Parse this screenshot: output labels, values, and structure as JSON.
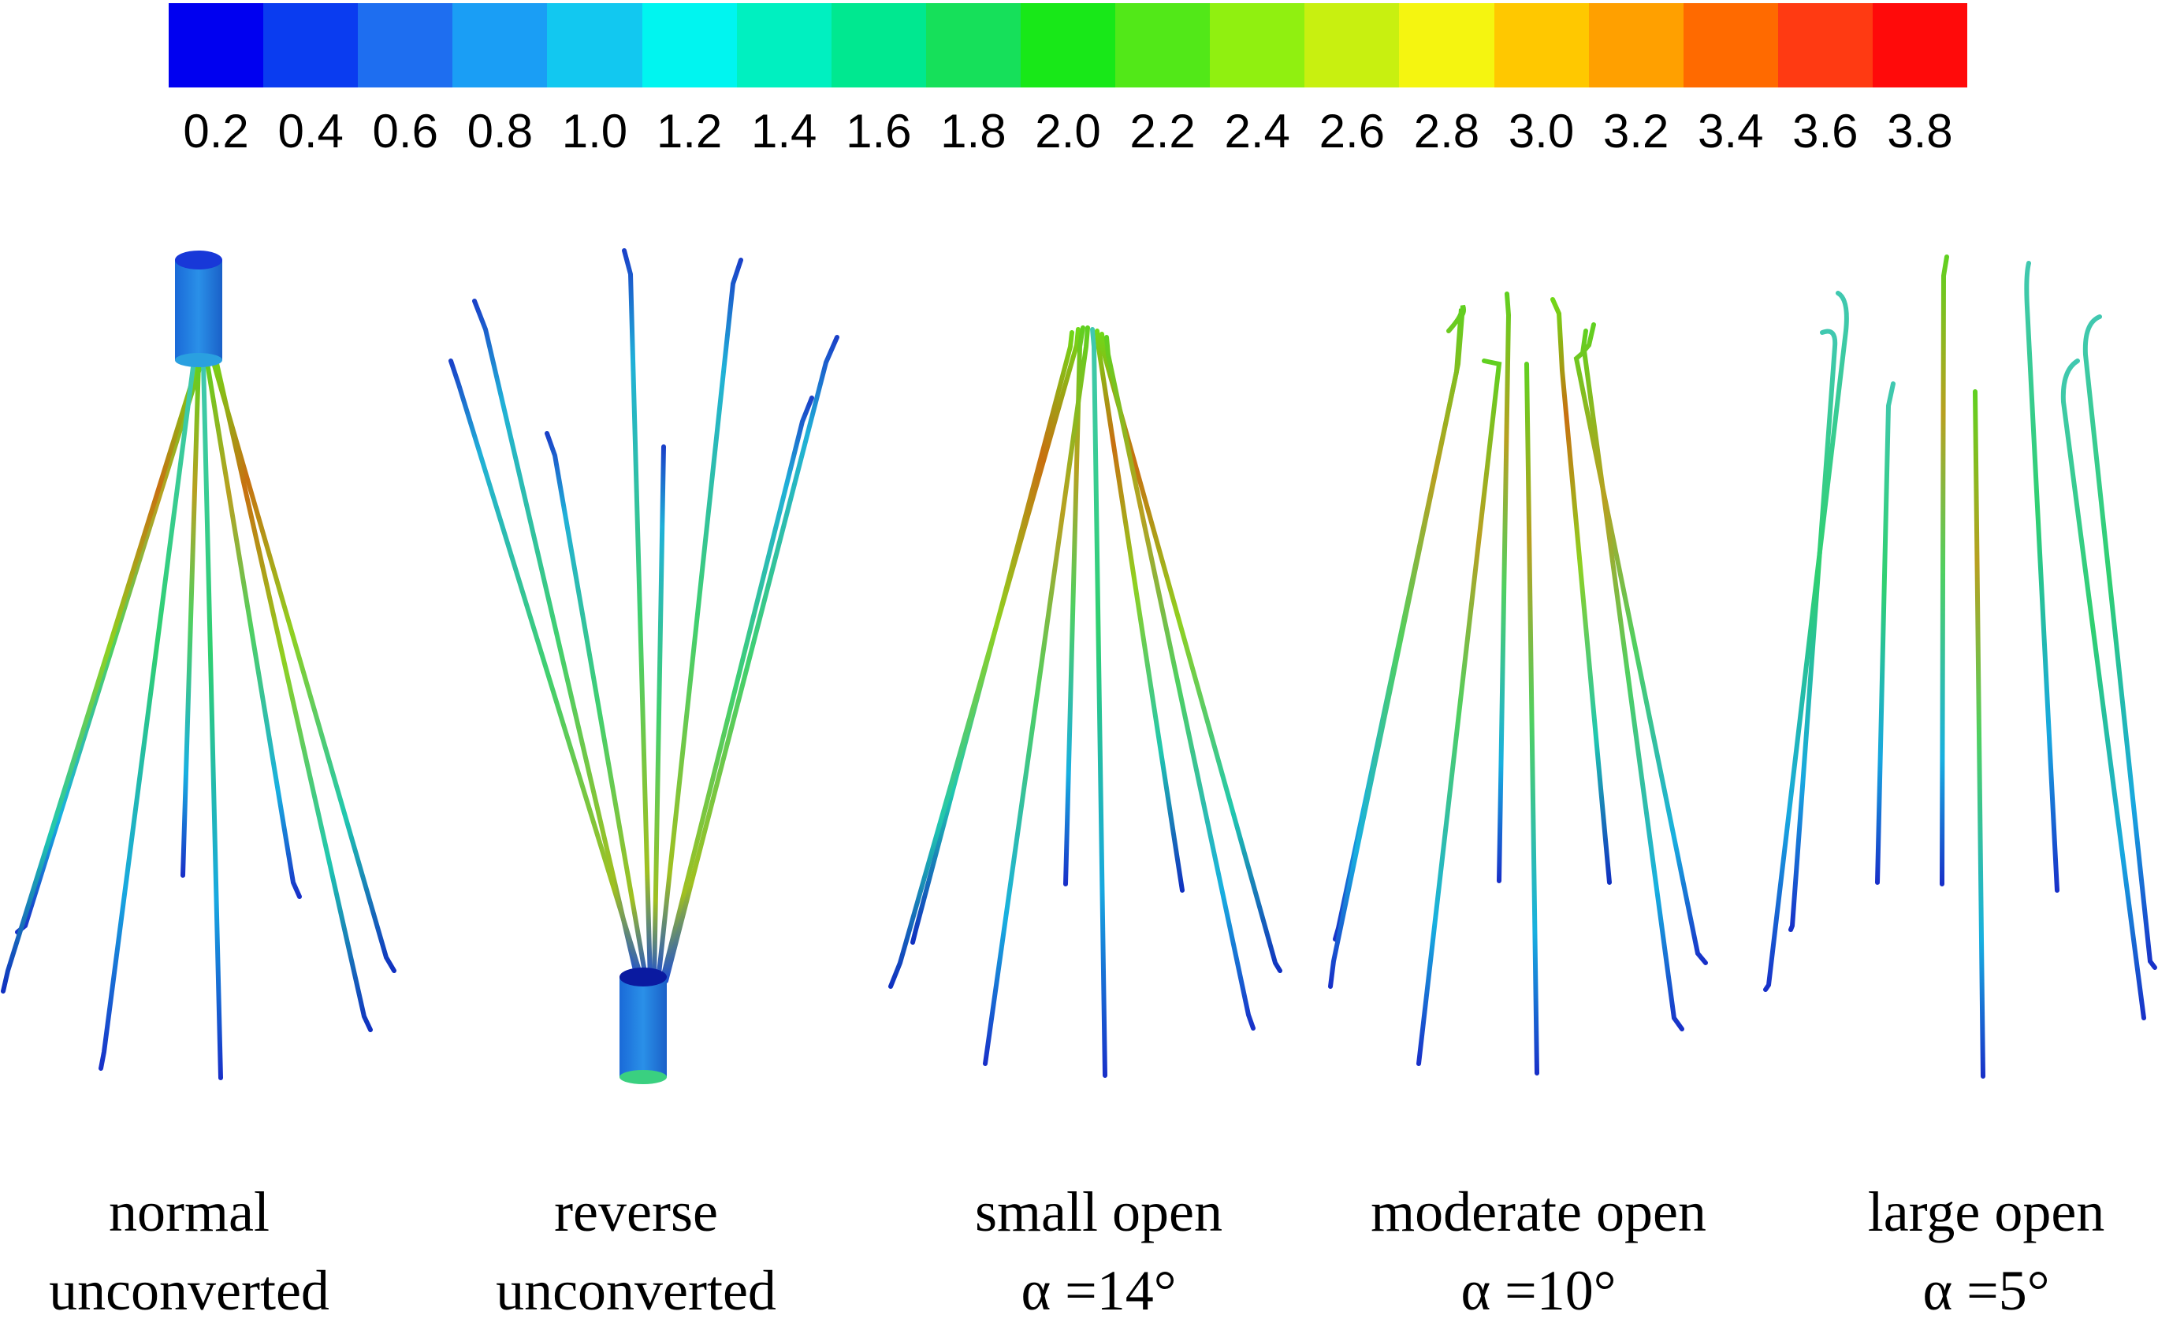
{
  "colorbar": {
    "colors": [
      "#0000f0",
      "#0a3cf0",
      "#1e6ef0",
      "#1a9ef5",
      "#12c8f0",
      "#00f5f0",
      "#00f0c0",
      "#00e890",
      "#16e05a",
      "#18e818",
      "#52e818",
      "#90f010",
      "#c8f010",
      "#f5f510",
      "#ffc800",
      "#ffa000",
      "#ff6a00",
      "#ff3a12",
      "#ff0a0a"
    ],
    "ticks": [
      "0.2",
      "0.4",
      "0.6",
      "0.8",
      "1.0",
      "1.2",
      "1.4",
      "1.6",
      "1.8",
      "2.0",
      "2.2",
      "2.4",
      "2.6",
      "2.8",
      "3.0",
      "3.2",
      "3.4",
      "3.6",
      "3.8"
    ]
  },
  "panels": [
    {
      "id": "normal",
      "line1": "normal",
      "line2": "unconverted"
    },
    {
      "id": "reverse",
      "line1": "reverse",
      "line2": "unconverted"
    },
    {
      "id": "small",
      "line1": "small open",
      "line2": "α =14°"
    },
    {
      "id": "moderate",
      "line1": "moderate open",
      "line2": "α =10°"
    },
    {
      "id": "large",
      "line1": "large open",
      "line2": "α =5°"
    }
  ]
}
